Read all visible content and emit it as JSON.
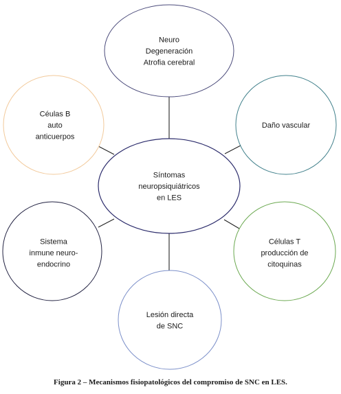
{
  "center": {
    "lines": [
      "Síntomas",
      "neuropsiquiátricos",
      "en LES"
    ],
    "border_color": "#2b2b6b"
  },
  "nodes": [
    {
      "id": "neuro",
      "lines": [
        "Neuro",
        "Degeneración",
        "Atrofia cerebral"
      ],
      "border_color": "#4a4a7a"
    },
    {
      "id": "celulas-b",
      "lines": [
        "Céulas B",
        "auto",
        "anticuerpos"
      ],
      "border_color": "#f2c99a"
    },
    {
      "id": "dano-vascular",
      "lines": [
        "Daño vascular"
      ],
      "border_color": "#3f7f8a"
    },
    {
      "id": "sistema",
      "lines": [
        "Sistema",
        "inmune neuro-",
        "endocrino"
      ],
      "border_color": "#1f1f3f"
    },
    {
      "id": "celulas-t",
      "lines": [
        "Células T",
        "producción de",
        "citoquinas"
      ],
      "border_color": "#6aa84f"
    },
    {
      "id": "lesion",
      "lines": [
        "Lesión directa",
        "de SNC"
      ],
      "border_color": "#7b8fc9"
    }
  ],
  "connector_color": "#222222",
  "caption": "Figura 2 – Mecanismos fisiopatológicos del compromiso de SNC en LES."
}
